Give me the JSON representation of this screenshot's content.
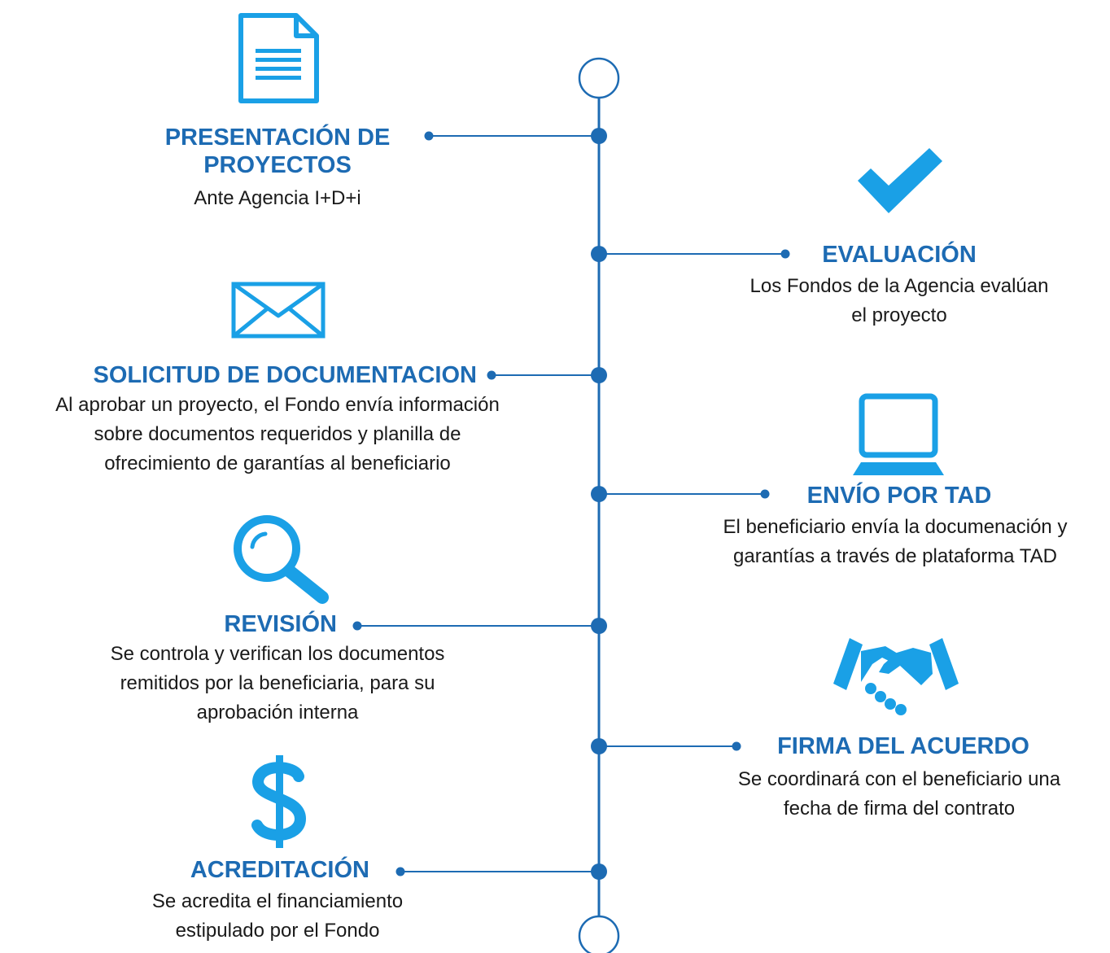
{
  "colors": {
    "accent": "#1d6bb3",
    "icon": "#1aa0e6",
    "text": "#1a1a1a"
  },
  "steps": [
    {
      "side": "left",
      "icon": "document-icon",
      "title": "PRESENTACIÓN DE\nPROYECTOS",
      "description": "Ante Agencia I+D+i"
    },
    {
      "side": "right",
      "icon": "checkmark-icon",
      "title": "EVALUACIÓN",
      "description": "Los Fondos de la Agencia evalúan\nel proyecto"
    },
    {
      "side": "left",
      "icon": "envelope-icon",
      "title": "SOLICITUD DE DOCUMENTACION",
      "description": "Al aprobar un proyecto, el Fondo envía información\nsobre documentos requeridos y planilla de\nofrecimiento de garantías al beneficiario"
    },
    {
      "side": "right",
      "icon": "laptop-icon",
      "title": "ENVÍO POR TAD",
      "description": "El beneficiario envía la documenación y\ngarantías a través de plataforma TAD"
    },
    {
      "side": "left",
      "icon": "magnifier-icon",
      "title": "REVISIÓN",
      "description": "Se controla y verifican los documentos\nremitidos por la beneficiaria, para su\naprobación interna"
    },
    {
      "side": "right",
      "icon": "handshake-icon",
      "title": "FIRMA DEL ACUERDO",
      "description": "Se coordinará con el beneficiario una\nfecha de firma del contrato"
    },
    {
      "side": "left",
      "icon": "dollar-icon",
      "title": "ACREDITACIÓN",
      "description": "Se acredita el financiamiento\nestipulado por el Fondo"
    }
  ]
}
